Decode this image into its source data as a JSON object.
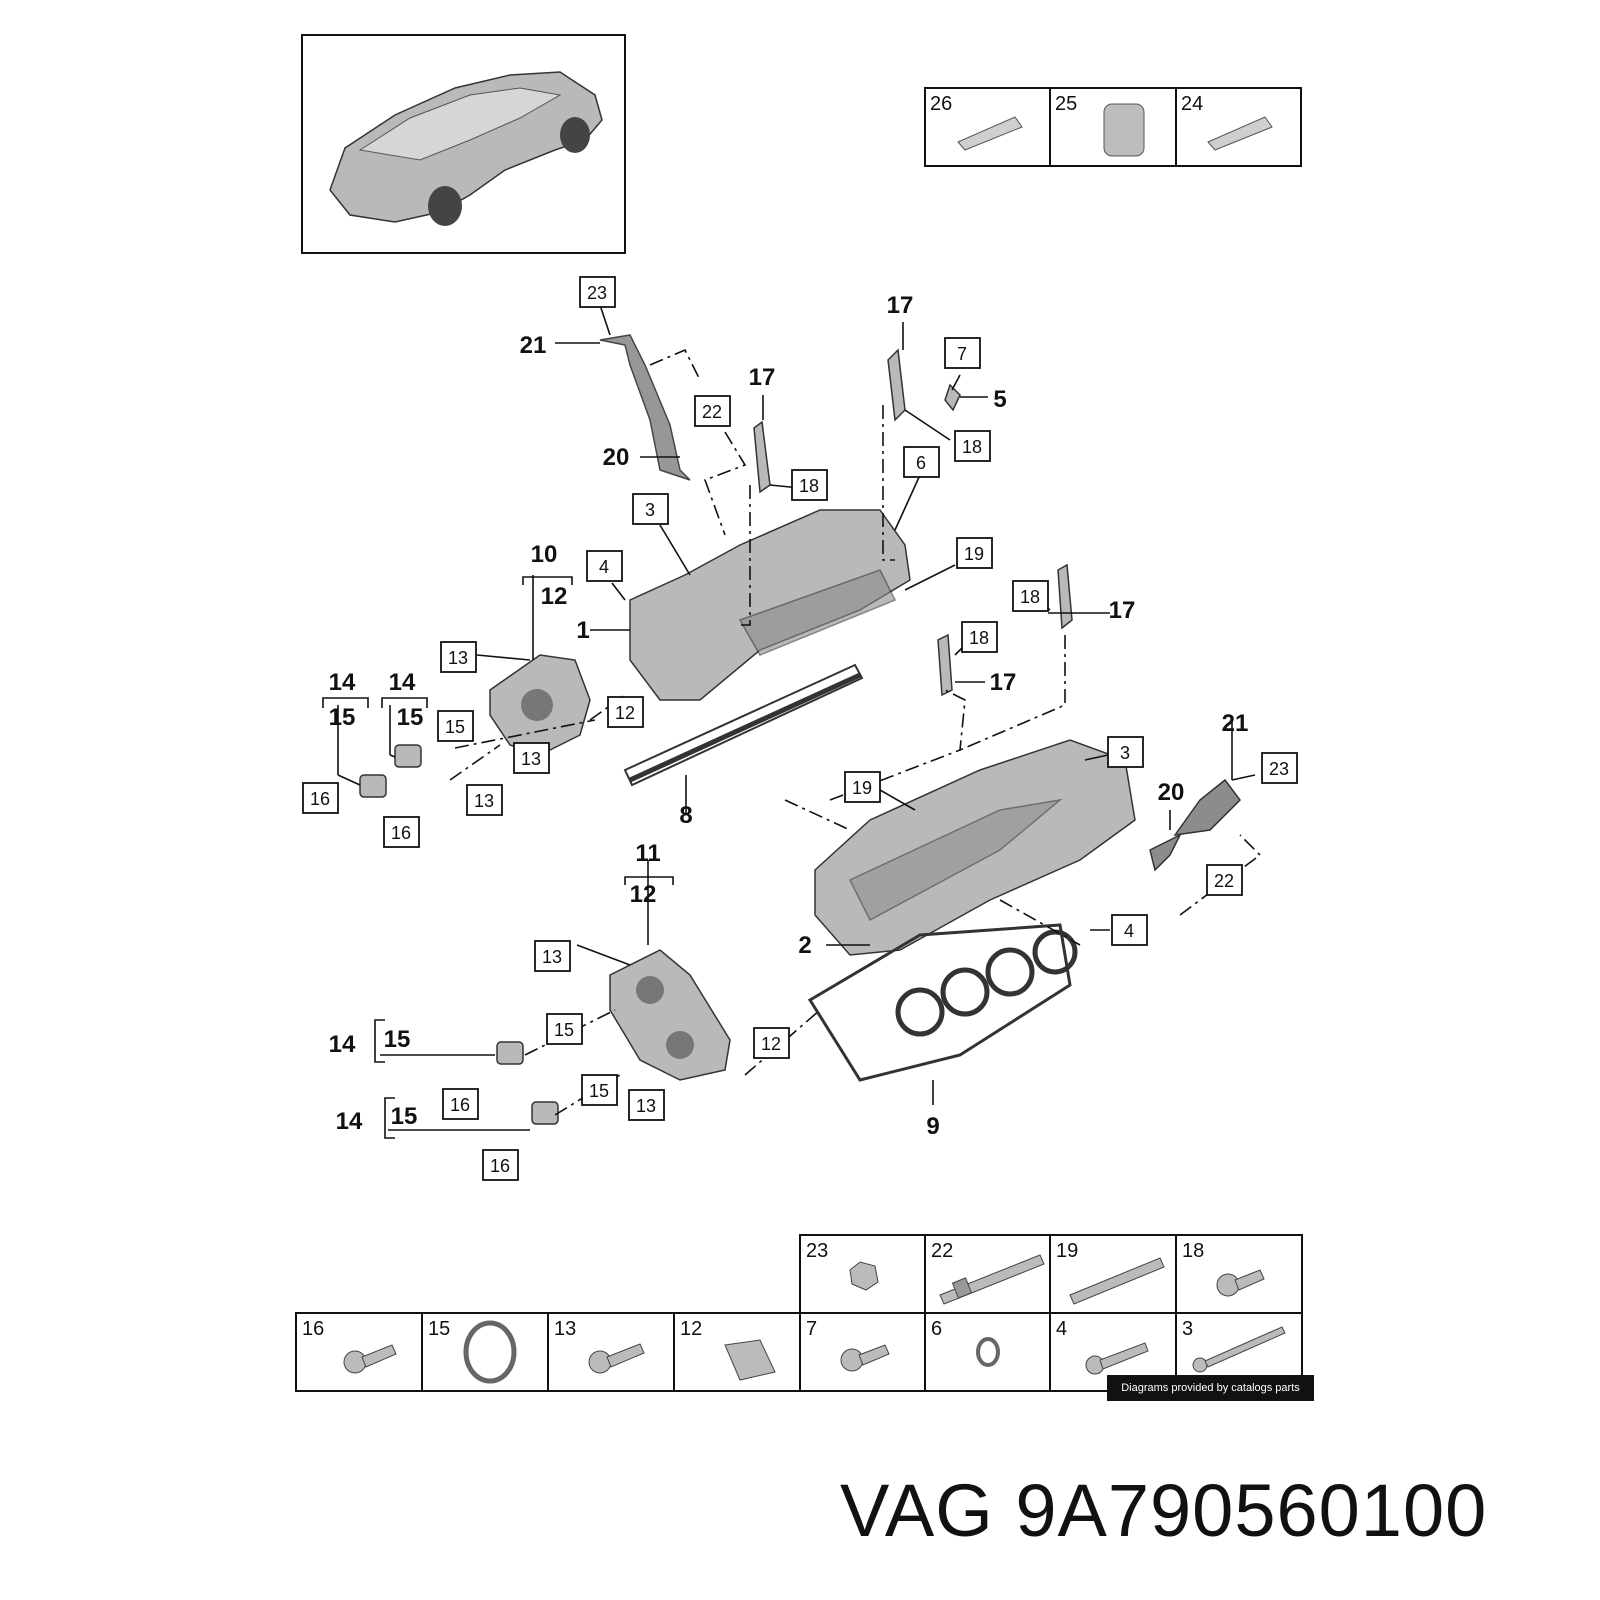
{
  "brand": {
    "maker": "VAG",
    "part_number": "9A790560100"
  },
  "credit": "Diagrams provided by catalogs parts",
  "callouts": {
    "c1": "1",
    "c2": "2",
    "c3a": "3",
    "c3b": "3",
    "c4a": "4",
    "c4b": "4",
    "c5": "5",
    "c6": "6",
    "c7": "7",
    "c8": "8",
    "c9": "9",
    "c10": "10",
    "c11": "11",
    "c12a": "12",
    "c12b": "12",
    "c12c": "12",
    "c12d": "12",
    "c13a": "13",
    "c13b": "13",
    "c13c": "13",
    "c13d": "13",
    "c13e": "13",
    "c14a": "14",
    "c14b": "14",
    "c14c": "14",
    "c14d": "14",
    "c15a": "15",
    "c15b": "15",
    "c15c": "15",
    "c15d": "15",
    "c15e": "15",
    "c15f": "15",
    "c15g": "15",
    "c16a": "16",
    "c16b": "16",
    "c16c": "16",
    "c16d": "16",
    "c17a": "17",
    "c17b": "17",
    "c17c": "17",
    "c17d": "17",
    "c18a": "18",
    "c18b": "18",
    "c18c": "18",
    "c18d": "18",
    "c19a": "19",
    "c19b": "19",
    "c20a": "20",
    "c20b": "20",
    "c21a": "21",
    "c21b": "21",
    "c22a": "22",
    "c22b": "22",
    "c23a": "23",
    "c23b": "23"
  },
  "top_table": [
    "26",
    "25",
    "24"
  ],
  "bottom_table_row1": [
    "23",
    "22",
    "19",
    "18"
  ],
  "bottom_table_row2": [
    "16",
    "15",
    "13",
    "12",
    "7",
    "6",
    "4",
    "3"
  ]
}
